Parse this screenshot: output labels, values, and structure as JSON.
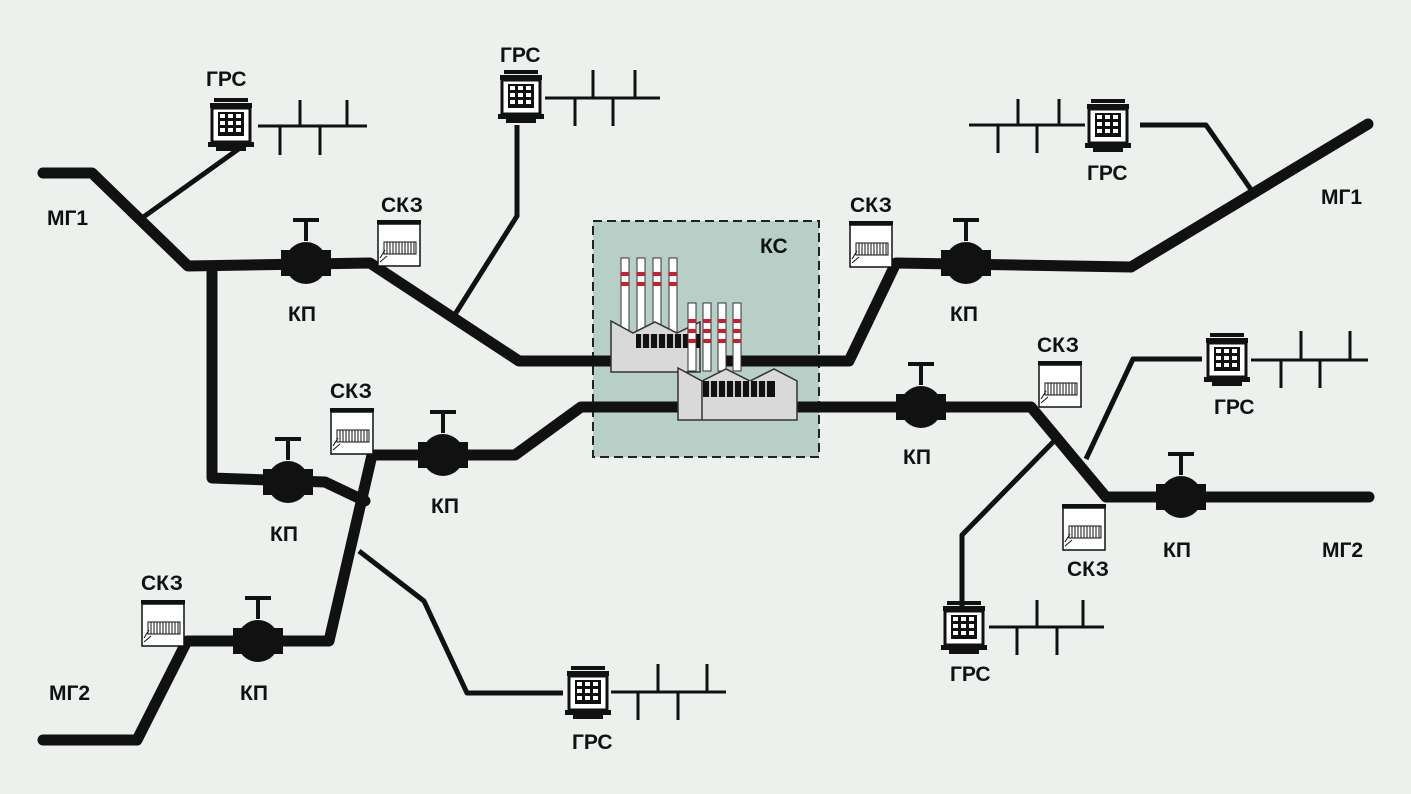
{
  "labels": {
    "mg1_left": "МГ1",
    "mg1_right": "МГ1",
    "mg2_left": "МГ2",
    "mg2_right": "МГ2",
    "ks": "КС",
    "grs": "ГРС",
    "skz": "СКЗ",
    "kp": "КП"
  },
  "colors": {
    "background": "#ecf1ee",
    "pipe": "#111111",
    "ks_area": "#b7cfc6",
    "chimney_stripe": "#c8202c"
  }
}
